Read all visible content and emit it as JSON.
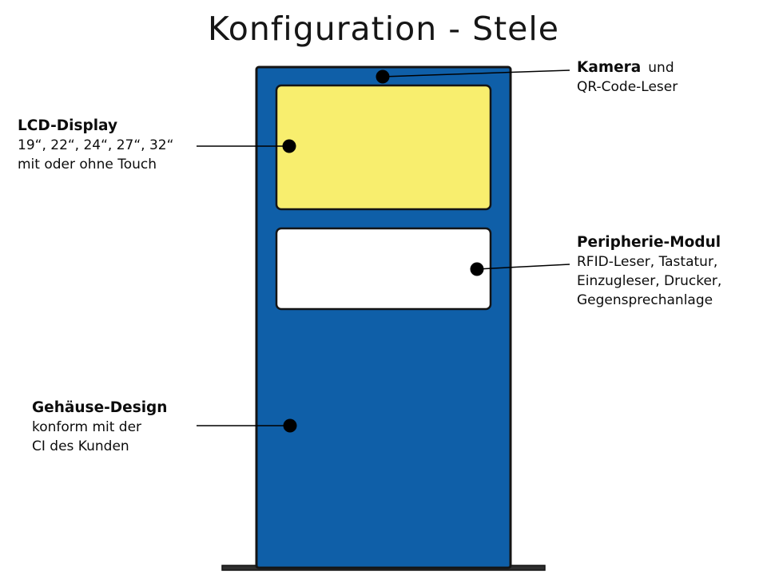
{
  "title": "Konfiguration - Stele",
  "colors": {
    "body_blue": "#0F5FA8",
    "screen_yellow": "#F8EE6E",
    "module_white": "#FFFFFF",
    "outline_black": "#141414",
    "base_dark": "#2E2E2E",
    "callout_black": "#000000"
  },
  "labels": {
    "kamera": {
      "heading": "Kamera",
      "heading_suffix": "und",
      "line2": "QR-Code-Leser"
    },
    "lcd": {
      "heading": "LCD-Display",
      "line2": "19“, 22“, 24“, 27“, 32“",
      "line3": "mit oder ohne Touch"
    },
    "peripherie": {
      "heading": "Peripherie-Modul",
      "line2": "RFID-Leser, Tastatur,",
      "line3": "Einzugleser, Drucker,",
      "line4": "Gegensprechanlage"
    },
    "gehaeuse": {
      "heading": "Gehäuse-Design",
      "line2": "konform mit der",
      "line3": "CI des Kunden"
    }
  }
}
